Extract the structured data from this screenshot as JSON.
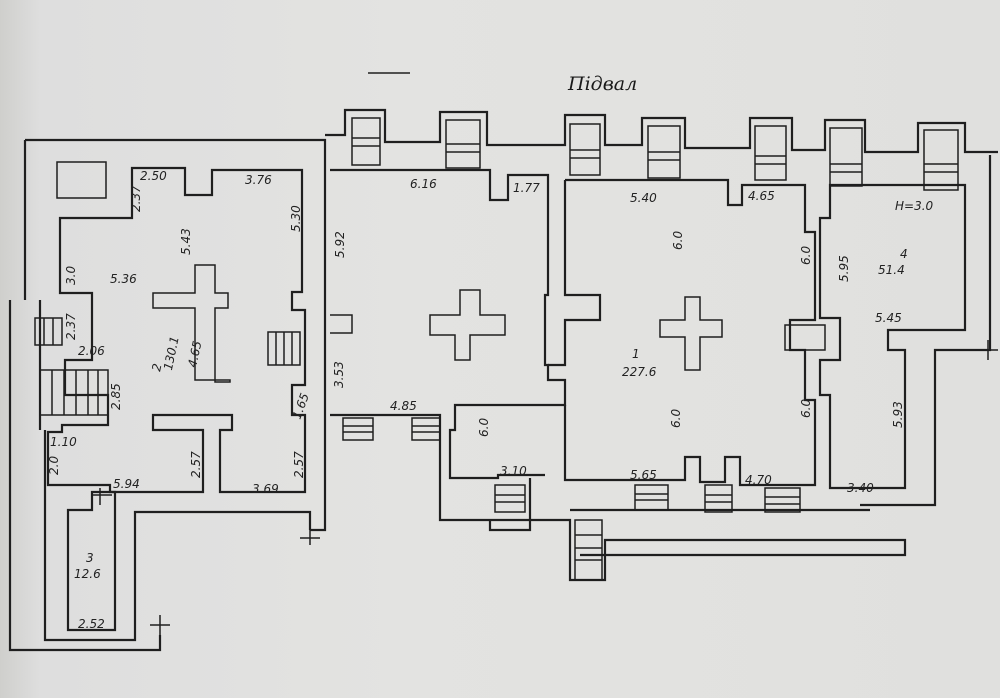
{
  "title": "Підвал",
  "height_note": "H=3.0",
  "rooms": [
    {
      "number": "1",
      "area": "227.6"
    },
    {
      "number": "2",
      "area": "130.1"
    },
    {
      "number": "3",
      "area": "12.6"
    },
    {
      "number": "4",
      "area": "51.4"
    }
  ],
  "dimensions": {
    "left_top_a": "2.50",
    "left_top_b": "3.76",
    "left_a": "2.37",
    "left_b": "5.43",
    "left_c": "5.30",
    "left_d": "3.0",
    "left_e": "5.36",
    "left_f": "2.37",
    "left_g": "2.06",
    "left_h": "4.65",
    "left_i": "2.85",
    "left_j": "1.65",
    "left_k": "1.10",
    "left_l": "2.0",
    "left_m": "2.57",
    "left_n": "2.57",
    "left_o": "5.94",
    "left_p": "3.69",
    "small_bottom": "2.52",
    "mid_a": "5.92",
    "mid_b": "3.53",
    "mid_c": "6.16",
    "mid_d": "1.77",
    "mid_e": "4.85",
    "mid_f": "6.0",
    "mid_g": "3.10",
    "big_a": "5.40",
    "big_b": "4.65",
    "big_c": "6.0",
    "big_d": "6.0",
    "big_e": "6.0",
    "big_f": "6.0",
    "big_g": "5.65",
    "big_h": "4.70",
    "right_a": "5.95",
    "right_b": "5.45",
    "right_c": "5.93",
    "right_d": "3.40"
  }
}
